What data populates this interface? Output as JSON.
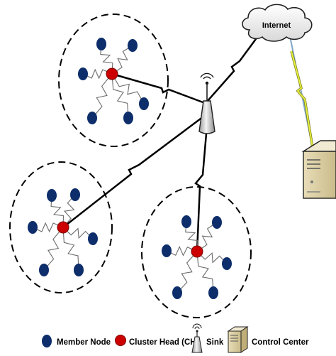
{
  "internet_label": "Internet",
  "legend": {
    "member_node": "Member Node",
    "cluster_head": "Cluster Head (CH)",
    "sink": "Sink",
    "control_center": "Control Center"
  },
  "colors": {
    "member_node": "#0d2d6b",
    "cluster_head": "#cc0000",
    "wireless_link": "#000000",
    "internet_link": "#e6f03c",
    "wired_link": "#7fa6c8"
  },
  "icons": {
    "sink": "antenna-tower-icon",
    "control_center": "server-icon",
    "internet": "cloud-icon"
  }
}
